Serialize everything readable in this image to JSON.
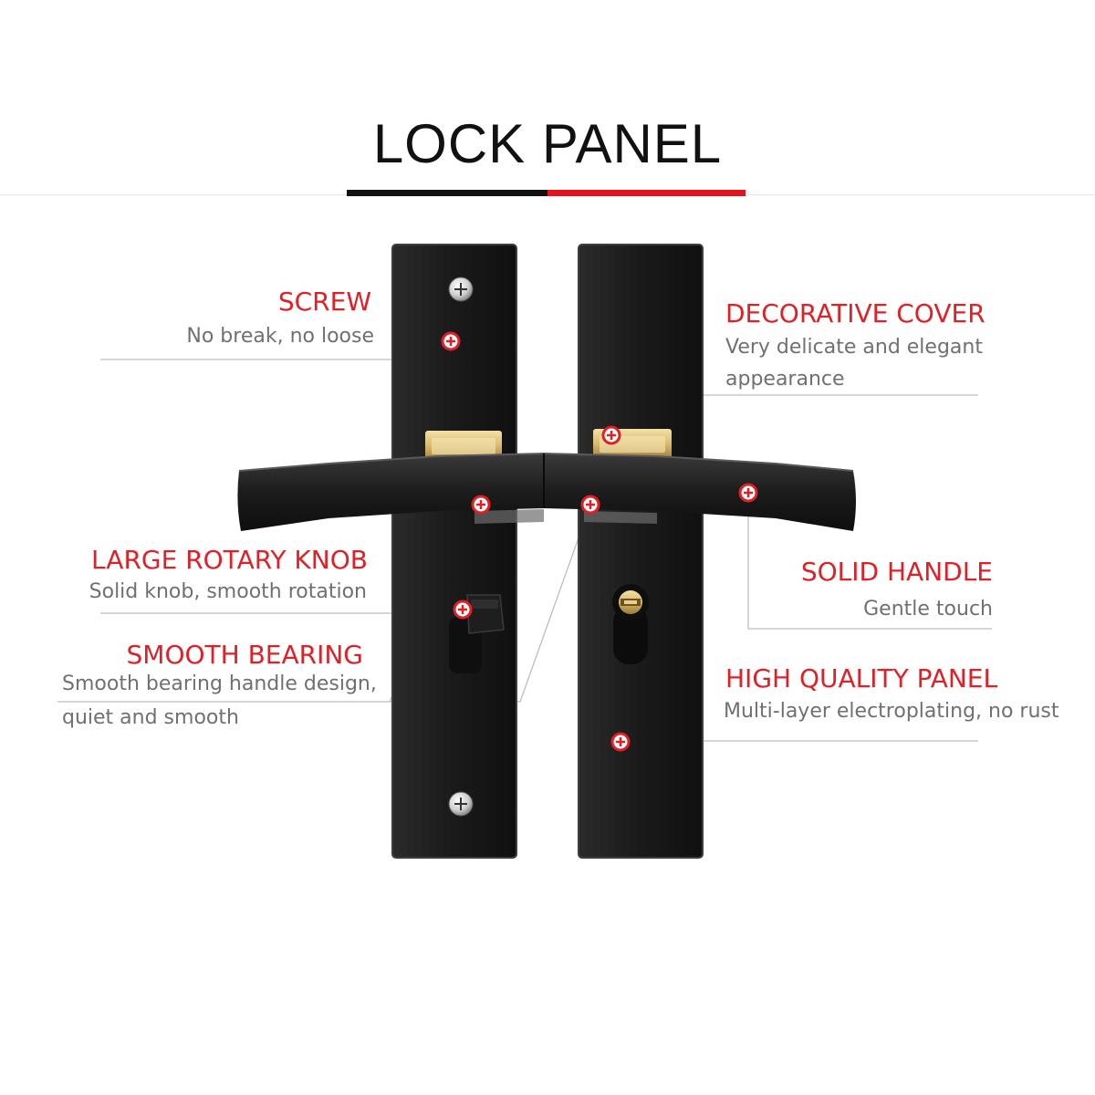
{
  "title": "LOCK PANEL",
  "colors": {
    "accent_red": "#e31e24",
    "panel_black": "#1c1c1c",
    "text_grey": "#707070",
    "leader_line": "#bdbdbd",
    "brass": "#d9b86c"
  },
  "callouts": {
    "screw": {
      "heading": "SCREW",
      "desc": "No break, no loose"
    },
    "decorative_cover": {
      "heading": "DECORATIVE COVER",
      "desc_1": "Very delicate and elegant",
      "desc_2": "appearance"
    },
    "large_rotary_knob": {
      "heading": "LARGE ROTARY KNOB",
      "desc": "Solid knob, smooth rotation"
    },
    "solid_handle": {
      "heading": "SOLID HANDLE",
      "desc": "Gentle touch"
    },
    "smooth_bearing": {
      "heading": "SMOOTH BEARING",
      "desc_1": "Smooth bearing handle design,",
      "desc_2": "quiet and smooth"
    },
    "high_quality_panel": {
      "heading": "HIGH QUALITY PANEL",
      "desc": "Multi-layer electroplating, no rust"
    }
  },
  "icons": [
    "red-plus-marker-icon",
    "screw-head-icon",
    "key-cylinder-icon"
  ]
}
